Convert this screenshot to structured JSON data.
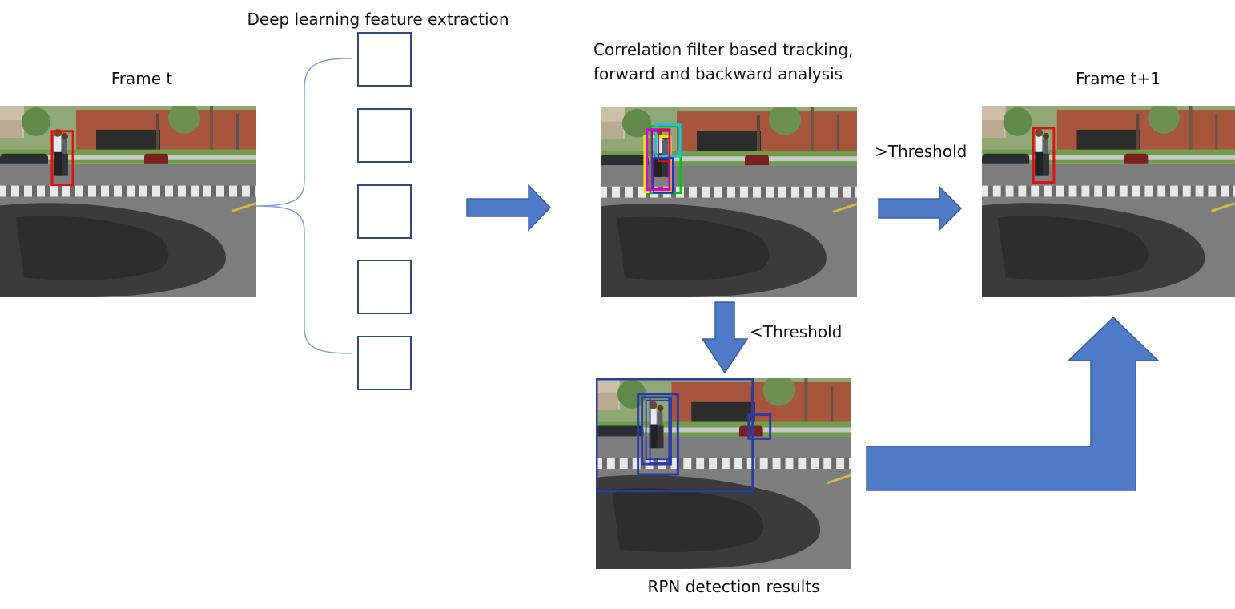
{
  "labels": {
    "frame_t": "Frame t",
    "feature_extraction": "Deep learning feature extraction",
    "tracking_line1": "Correlation filter based tracking,",
    "tracking_line2": "forward and backward analysis",
    "frame_t1": "Frame t+1",
    "above_threshold": ">Threshold",
    "below_threshold": "<Threshold",
    "rpn_results": "RPN detection results"
  },
  "feature_boxes_count": 5,
  "colors": {
    "arrow_fill": "#4f7ac7",
    "arrow_stroke": "#3a5f9e",
    "box_stroke": "#2f4b7c",
    "brace_stroke": "#7fa2d6",
    "target_box": "#e01010",
    "rpn_box": "#2a3ba8",
    "tracker_boxes": [
      "#e000e0",
      "#ffe600",
      "#00c800",
      "#20c0e0",
      "#b000b0",
      "#e01010",
      "#2030c0"
    ]
  }
}
